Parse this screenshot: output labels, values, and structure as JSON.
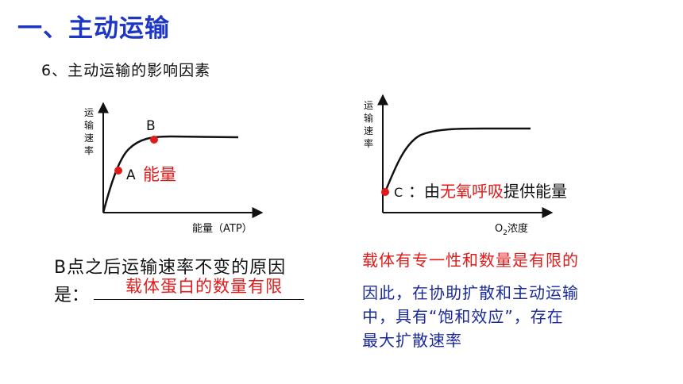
{
  "header": {
    "title": "一、主动运输",
    "subtitle": "6、主动运输的影响因素"
  },
  "graph_energy": {
    "y_label_chars": [
      "运",
      "输",
      "速",
      "率"
    ],
    "x_label": "能量（ATP）",
    "point_a_label": "A",
    "point_b_label": "B",
    "annotation": "能量"
  },
  "graph_oxygen": {
    "y_label_chars": [
      "运",
      "输",
      "速",
      "率"
    ],
    "x_label_prefix": "O",
    "x_label_sub": "2",
    "x_label_suffix": "浓度",
    "point_c_label": "C",
    "note_prefix": "：由",
    "note_red": "无氧呼吸",
    "note_suffix": "提供能量"
  },
  "question": {
    "line1": "B点之后运输速率不变的原因",
    "line2": "是：",
    "answer": "载体蛋白的数量有限"
  },
  "notes": {
    "red": "载体有专一性和数量是有限的",
    "blue_lines": [
      "因此，在协助扩散和主动运输",
      "中，具有“饱和效应”，存在",
      "最大扩散速率"
    ]
  },
  "colors": {
    "title": "#1d36c4",
    "accent_red": "#e11a1a",
    "note_blue": "#1a2a9a",
    "curve": "#111111"
  }
}
